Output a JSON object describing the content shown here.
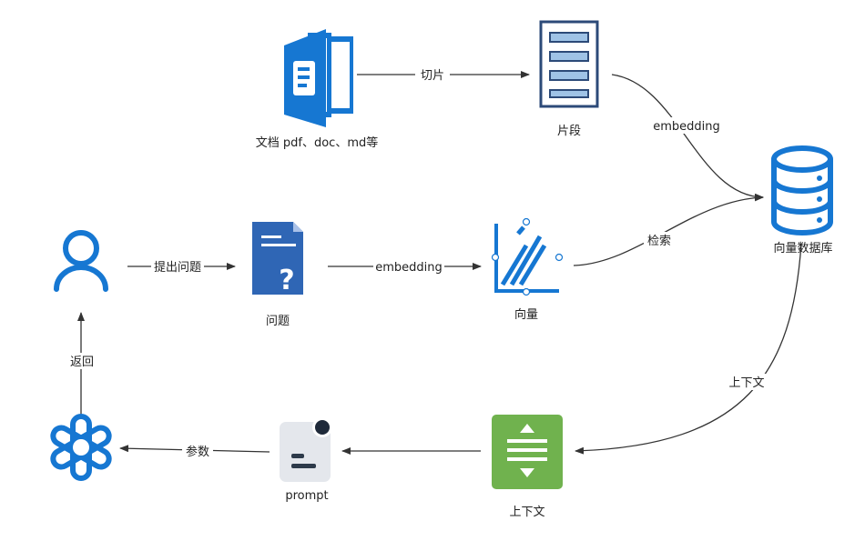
{
  "nodes": {
    "document": {
      "label": "文档 pdf、doc、md等",
      "icon": "document-icon"
    },
    "chunks": {
      "label": "片段",
      "icon": "chunks-list-icon"
    },
    "vector_db": {
      "label": "向量数据库",
      "icon": "database-icon"
    },
    "user": {
      "label": "",
      "icon": "user-icon"
    },
    "question": {
      "label": "问题",
      "icon": "question-document-icon"
    },
    "vector": {
      "label": "向量",
      "icon": "vector-chart-icon"
    },
    "context": {
      "label": "上下文",
      "icon": "context-icon"
    },
    "prompt": {
      "label": "prompt",
      "icon": "prompt-icon"
    },
    "llm": {
      "label": "",
      "icon": "openai-logo-icon"
    }
  },
  "edges": {
    "split": "切片",
    "chunk_embedding": "embedding",
    "ask": "提出问题",
    "question_embedding": "embedding",
    "retrieve": "检索",
    "context": "上下文",
    "params": "参数",
    "return": "返回"
  },
  "colors": {
    "blue": "#1677d2",
    "navy": "#2c4a78",
    "green": "#70b24e",
    "gray_card": "#e4e7ec",
    "edge": "#333333"
  }
}
